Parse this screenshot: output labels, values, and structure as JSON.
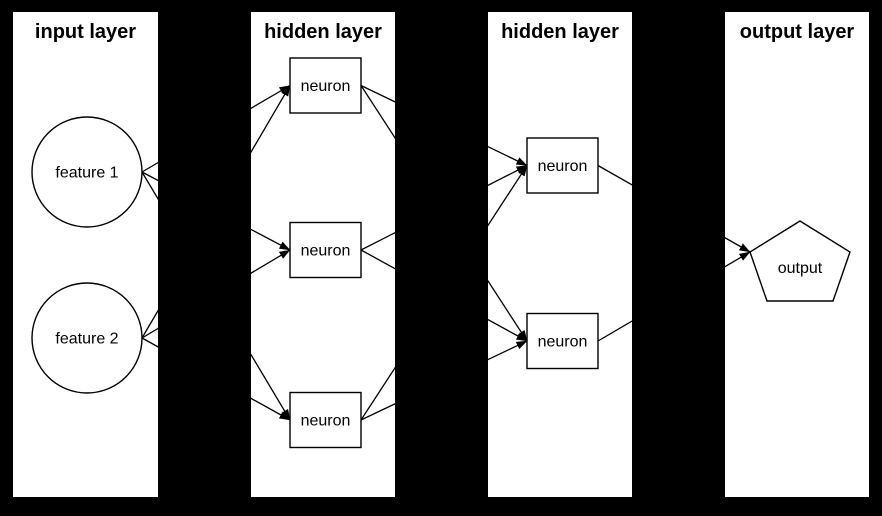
{
  "diagram": {
    "type": "neural-network",
    "background_color": "#000000",
    "panel_color": "#ffffff",
    "line_color": "#000000",
    "layers": [
      {
        "title": "input layer",
        "nodes": [
          {
            "id": "feature1",
            "label": "feature 1",
            "shape": "circle"
          },
          {
            "id": "feature2",
            "label": "feature 2",
            "shape": "circle"
          }
        ]
      },
      {
        "title": "hidden layer",
        "nodes": [
          {
            "id": "h1n1",
            "label": "neuron",
            "shape": "box"
          },
          {
            "id": "h1n2",
            "label": "neuron",
            "shape": "box"
          },
          {
            "id": "h1n3",
            "label": "neuron",
            "shape": "box"
          }
        ]
      },
      {
        "title": "hidden layer",
        "nodes": [
          {
            "id": "h2n1",
            "label": "neuron",
            "shape": "box"
          },
          {
            "id": "h2n2",
            "label": "neuron",
            "shape": "box"
          }
        ]
      },
      {
        "title": "output layer",
        "nodes": [
          {
            "id": "out",
            "label": "output",
            "shape": "pentagon"
          }
        ]
      }
    ],
    "edges": [
      [
        "feature1",
        "h1n1"
      ],
      [
        "feature1",
        "h1n2"
      ],
      [
        "feature1",
        "h1n3"
      ],
      [
        "feature2",
        "h1n1"
      ],
      [
        "feature2",
        "h1n2"
      ],
      [
        "feature2",
        "h1n3"
      ],
      [
        "h1n1",
        "h2n1"
      ],
      [
        "h1n1",
        "h2n2"
      ],
      [
        "h1n2",
        "h2n1"
      ],
      [
        "h1n2",
        "h2n2"
      ],
      [
        "h1n3",
        "h2n1"
      ],
      [
        "h1n3",
        "h2n2"
      ],
      [
        "h2n1",
        "out"
      ],
      [
        "h2n2",
        "out"
      ]
    ]
  }
}
